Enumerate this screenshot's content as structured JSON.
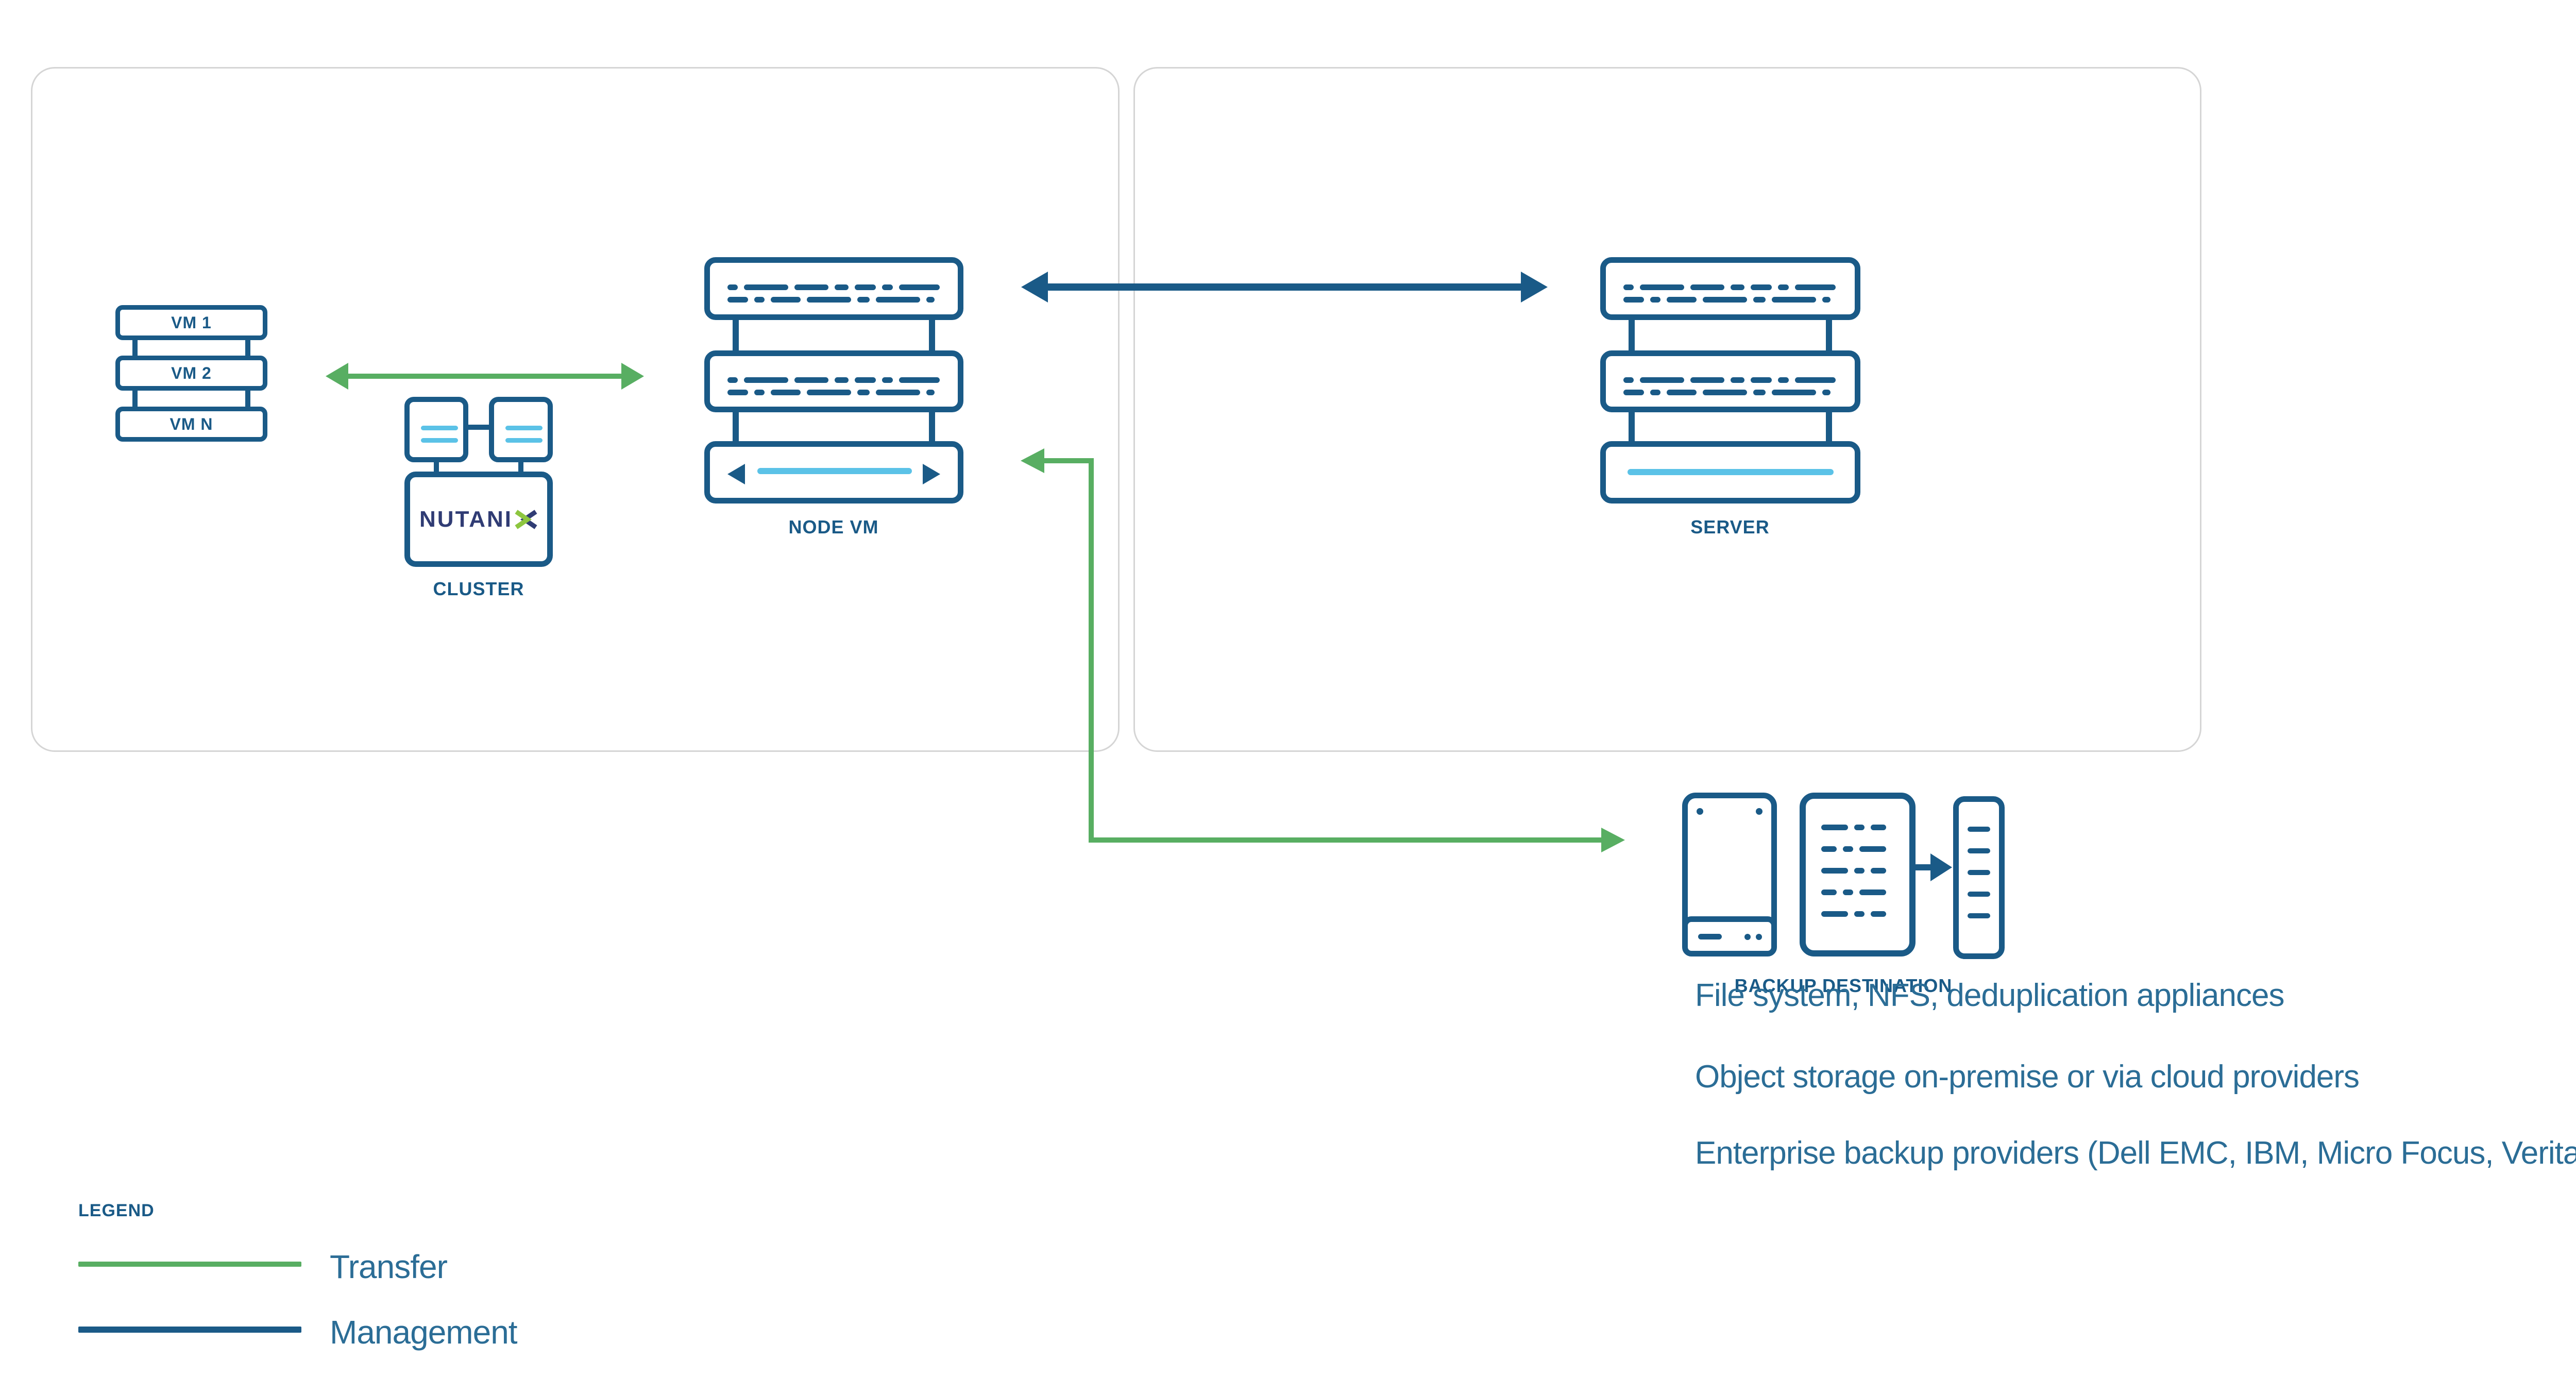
{
  "diagram": {
    "vm_stack": {
      "items": [
        "VM 1",
        "VM 2",
        "VM N"
      ]
    },
    "cluster": {
      "label": "CLUSTER",
      "brand": "NUTANIX",
      "brand_text": "NUTANI",
      "brand_x": "X"
    },
    "node_vm": {
      "label": "NODE VM"
    },
    "server": {
      "label": "SERVER"
    },
    "backup": {
      "label": "BACKUP DESTINATION",
      "notes": [
        "File system, NFS, deduplication appliances",
        "Object storage on-premise or via cloud providers",
        "Enterprise backup providers (Dell EMC, IBM, Micro Focus, Veritas)"
      ]
    },
    "legend": {
      "title": "LEGEND",
      "items": [
        {
          "label": "Transfer",
          "color": "#58ae62"
        },
        {
          "label": "Management",
          "color": "#1a5a87"
        }
      ]
    },
    "colors": {
      "icon_blue": "#1a5a87",
      "light_blue": "#5bc2e7",
      "transfer_green": "#58ae62",
      "body_text_blue": "#2b6d96",
      "nutanix_navy": "#303c74",
      "nutanix_green": "#8dc63f",
      "container_border": "#d5d5d5"
    }
  }
}
